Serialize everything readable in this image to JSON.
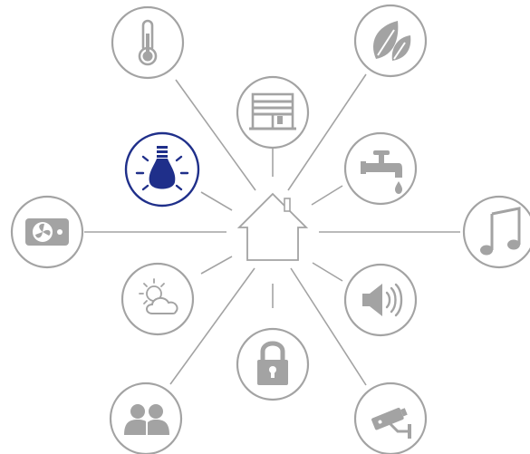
{
  "colors": {
    "line": "#a3a3a3",
    "icon": "#a3a3a3",
    "active": "#1f2f8a",
    "background": "#ffffff"
  },
  "hub": {
    "icon": "house-icon"
  },
  "nodes": [
    {
      "id": "temperature",
      "icon": "thermometer-icon",
      "active": false
    },
    {
      "id": "blinds",
      "icon": "window-blind-icon",
      "active": false
    },
    {
      "id": "garden",
      "icon": "leaves-icon",
      "active": false
    },
    {
      "id": "lighting",
      "icon": "light-bulb-icon",
      "active": true
    },
    {
      "id": "water",
      "icon": "water-tap-icon",
      "active": false
    },
    {
      "id": "ventilation",
      "icon": "fan-icon",
      "active": false
    },
    {
      "id": "music",
      "icon": "music-note-icon",
      "active": false
    },
    {
      "id": "weather",
      "icon": "weather-icon",
      "active": false
    },
    {
      "id": "audio",
      "icon": "speaker-icon",
      "active": false
    },
    {
      "id": "security",
      "icon": "padlock-icon",
      "active": false
    },
    {
      "id": "users",
      "icon": "users-icon",
      "active": false
    },
    {
      "id": "surveillance",
      "icon": "security-camera-icon",
      "active": false
    }
  ]
}
